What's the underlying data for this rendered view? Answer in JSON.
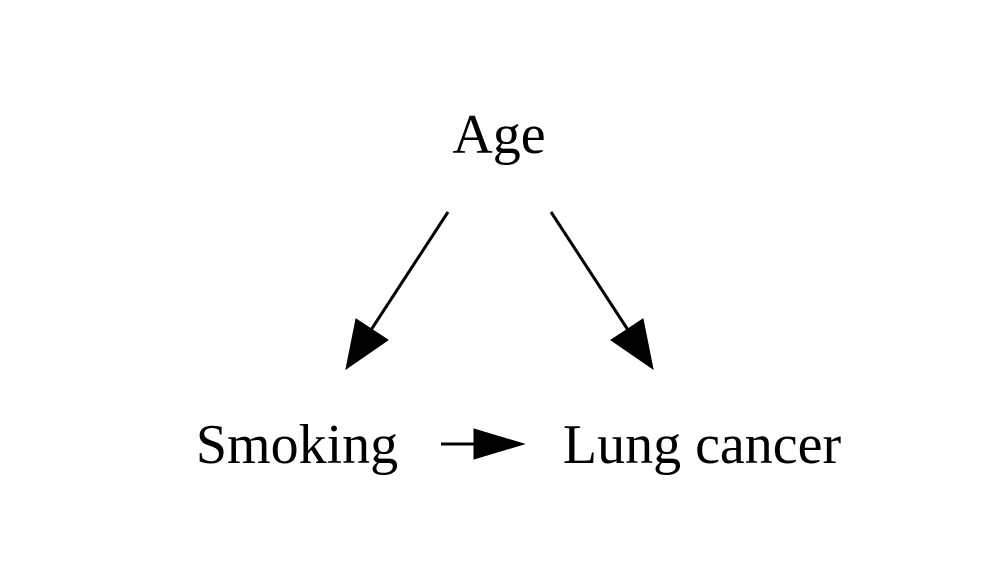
{
  "diagram": {
    "nodes": {
      "age": "Age",
      "smoking": "Smoking",
      "lung_cancer": "Lung cancer"
    },
    "edges": [
      {
        "from": "Age",
        "to": "Smoking"
      },
      {
        "from": "Age",
        "to": "Lung cancer"
      },
      {
        "from": "Smoking",
        "to": "Lung cancer"
      }
    ],
    "colors": {
      "ink": "#000000",
      "background": "#ffffff"
    }
  }
}
